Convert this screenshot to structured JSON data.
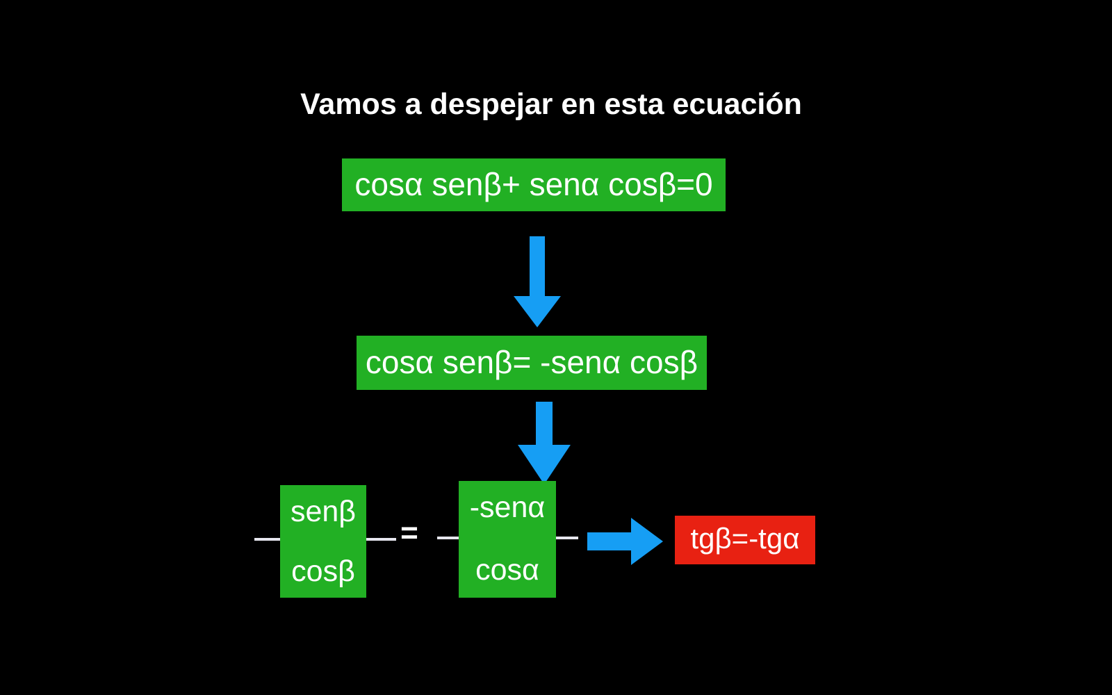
{
  "page": {
    "background_color": "#000000",
    "title": "Vamos a despejar en esta ecuación"
  },
  "colors": {
    "background": "#000000",
    "box_green": "#22b024",
    "box_red": "#e82112",
    "arrow_blue": "#169ef4",
    "text_white": "#ffffff",
    "fraction_bar": "#e6e6ee"
  },
  "steps": {
    "equation_1": "cosα senβ+ senα cosβ=0",
    "arrow_1": "down-arrow",
    "equation_2": "cosα senβ= -senα cosβ",
    "arrow_2": "down-arrow",
    "fraction_left": {
      "numerator": "senβ",
      "denominator": "cosβ"
    },
    "equals": "=",
    "fraction_right": {
      "numerator": "-senα",
      "denominator": "cosα"
    },
    "arrow_3": "right-arrow",
    "result": "tgβ=-tgα"
  }
}
